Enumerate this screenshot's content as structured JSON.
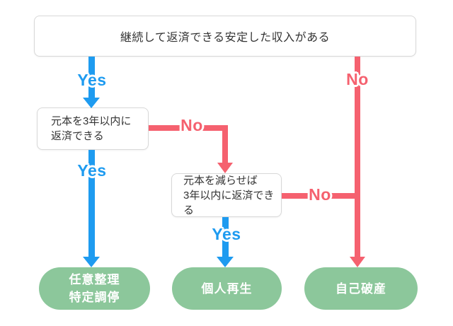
{
  "flowchart": {
    "nodes": {
      "income": "継続して返済できる安定した収入がある",
      "repay_within_3y": {
        "line1": "元本を3年以内に",
        "line2": "返済できる"
      },
      "repay_if_reduced": {
        "line1": "元本を減らせば",
        "line2": "3年以内に返済できる"
      }
    },
    "outcomes": {
      "voluntary": {
        "line1": "任意整理",
        "line2": "特定調停"
      },
      "rehabilitation": "個人再生",
      "bankruptcy": "自己破産"
    },
    "labels": {
      "yes": "Yes",
      "no": "No"
    },
    "colors": {
      "yes_blue": "#1e9bf0",
      "no_red": "#f5616f",
      "outcome_green": "#8cc79b",
      "box_border": "#d8d8d8",
      "text": "#333333"
    }
  }
}
